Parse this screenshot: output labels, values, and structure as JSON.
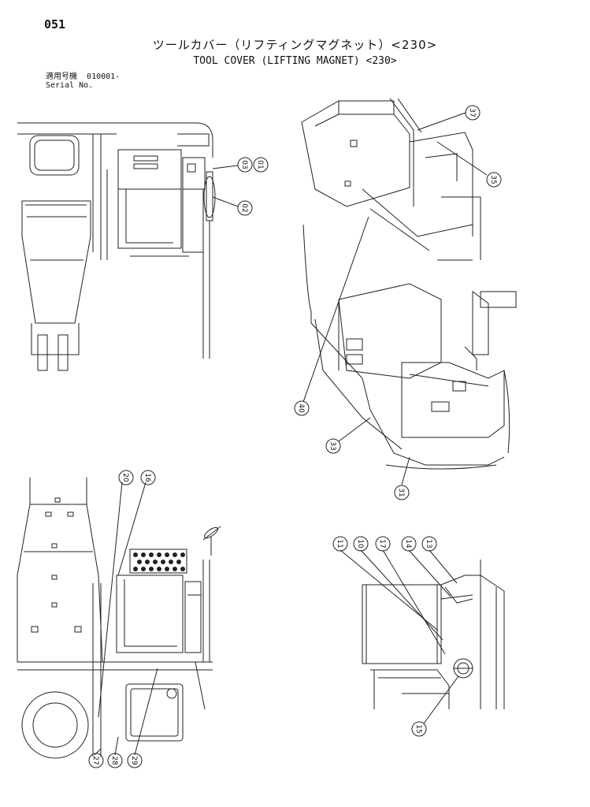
{
  "page_number": "051",
  "title_jp": "ツールカバー（リフティングマグネット）<230>",
  "title_en": "TOOL COVER (LIFTING MAGNET) <230>",
  "serial": {
    "jp_label": "適用号機",
    "value": "010001-",
    "en_label": "Serial No."
  },
  "callouts": {
    "top_left": [
      "03",
      "01",
      "02"
    ],
    "top_right": [
      "37",
      "35",
      "40",
      "33",
      "31"
    ],
    "bottom_left": [
      "20",
      "16",
      "27",
      "28",
      "29"
    ],
    "bottom_right": [
      "11",
      "10",
      "17",
      "14",
      "13",
      "15"
    ]
  }
}
